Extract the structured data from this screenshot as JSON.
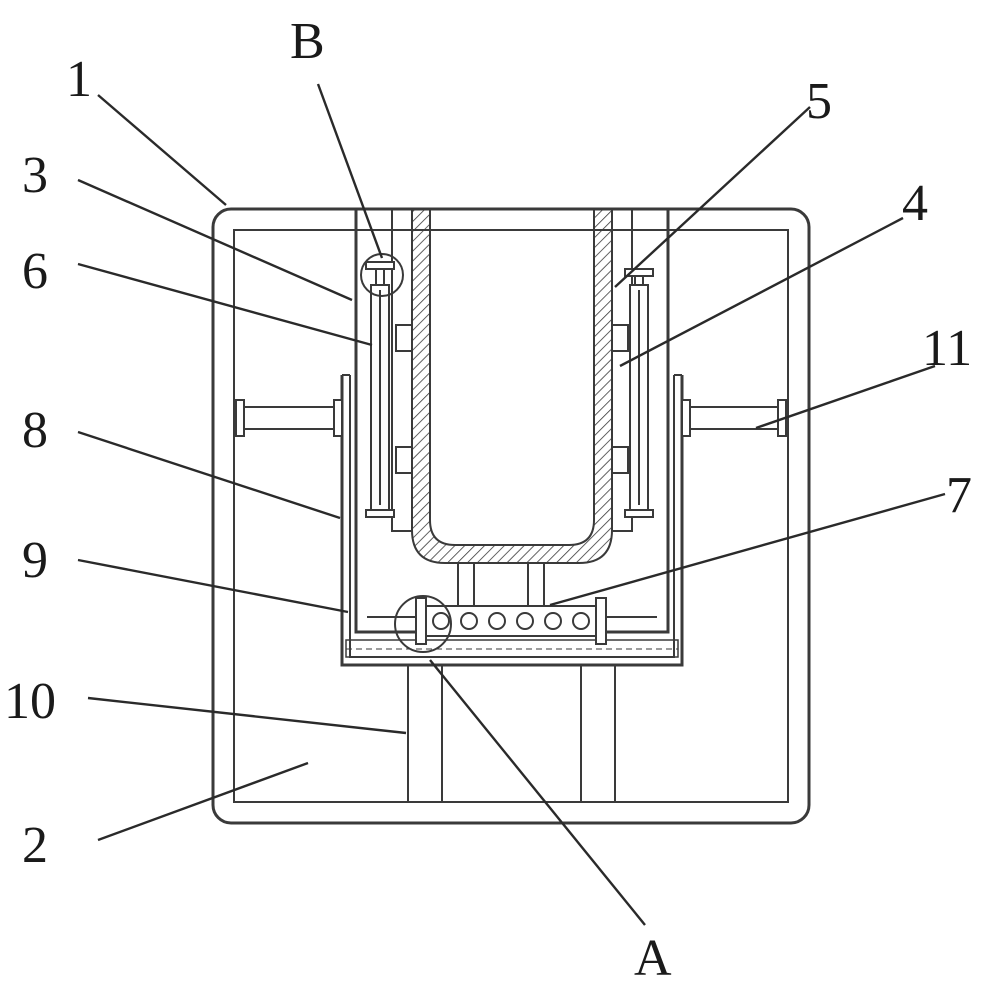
{
  "labels": {
    "l1": "1",
    "l2": "2",
    "l3": "3",
    "l4": "4",
    "l5": "5",
    "l6": "6",
    "l7": "7",
    "l8": "8",
    "l9": "9",
    "l10": "10",
    "l11": "11",
    "lA": "A",
    "lB": "B"
  },
  "colors": {
    "line": "#3a3a3a",
    "background": "#ffffff"
  }
}
